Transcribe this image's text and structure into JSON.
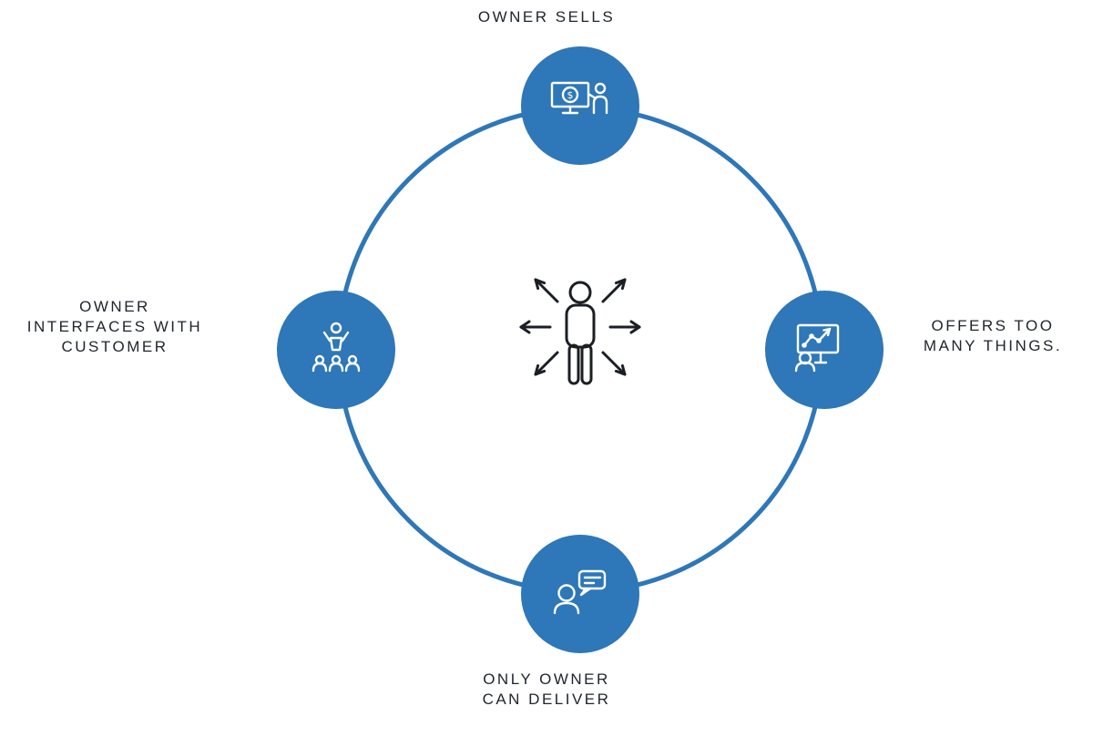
{
  "colors": {
    "accent": "#2e77b8",
    "text": "#21262e",
    "icon_dark": "#1b1f24"
  },
  "diagram": {
    "type": "cycle",
    "description": "Owner-dependency cycle diagram with four blue nodes on a circular ring around a central overwhelmed-owner figure"
  },
  "nodes": [
    {
      "id": "owner-sells",
      "position": "top",
      "label": "OWNER SELLS",
      "icon": "money-presentation-icon"
    },
    {
      "id": "offers-too-many-things",
      "position": "right",
      "label": "OFFERS TOO\nMANY THINGS.",
      "icon": "chart-presentation-icon"
    },
    {
      "id": "only-owner-can-deliver",
      "position": "bottom",
      "label": "ONLY OWNER\nCAN DELIVER",
      "icon": "person-speech-bubble-icon"
    },
    {
      "id": "owner-interfaces-with-customer",
      "position": "left",
      "label": "OWNER\nINTERFACES WITH\nCUSTOMER",
      "icon": "presenter-audience-icon"
    }
  ],
  "center": {
    "icon": "person-pulled-in-all-directions-icon",
    "dollar_glyph": "$"
  }
}
